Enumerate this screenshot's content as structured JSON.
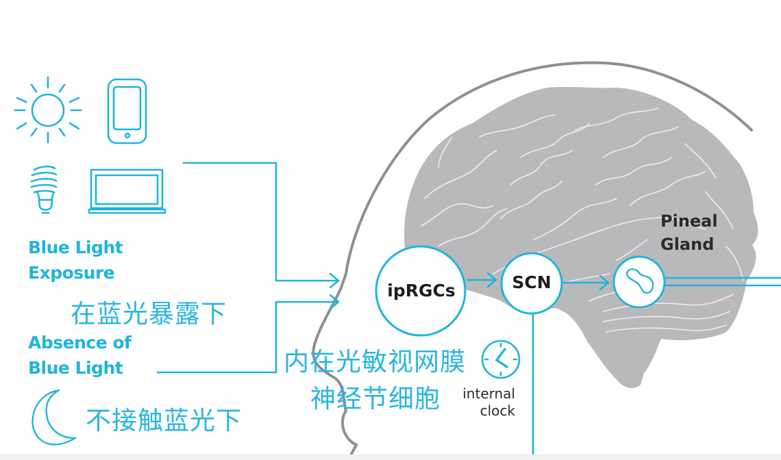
{
  "diagram": {
    "title": "",
    "colors": {
      "accent": "#1fb4dc",
      "brain_fill": "#b9b9bb",
      "brain_sulci": "#ecedee",
      "head_outline": "#8f8f91",
      "node_text": "#1d1d1f",
      "background": "#ffffff"
    },
    "sources": {
      "icons": [
        "sun-icon",
        "smartphone-icon",
        "light-bulb-icon",
        "laptop-icon"
      ],
      "exposure_label_line1": "Blue Light",
      "exposure_label_line2": "Exposure",
      "exposure_label_cn": "在蓝光暴露下",
      "absence_label_line1": "Absence of",
      "absence_label_line2": "Blue Light",
      "absence_icon": "moon-icon",
      "absence_label_cn": "不接触蓝光下"
    },
    "nodes": {
      "iprgc": {
        "label": "ipRGCs",
        "cn_line1": "内在光敏视网膜",
        "cn_line2": "神经节细胞"
      },
      "scn": {
        "label": "SCN",
        "sub_icon": "clock-icon",
        "sub_label_line1": "internal",
        "sub_label_line2": "clock"
      },
      "pineal": {
        "label_line1": "Pineal",
        "label_line2": "Gland",
        "icon": "pineal-gland-icon"
      }
    },
    "edges": [
      {
        "from": "blue-light-exposure",
        "to": "iprgc"
      },
      {
        "from": "absence-of-blue-light",
        "to": "iprgc"
      },
      {
        "from": "iprgc",
        "to": "scn"
      },
      {
        "from": "scn",
        "to": "pineal"
      },
      {
        "from": "pineal",
        "to": "offscreen-right"
      },
      {
        "from": "scn",
        "to": "offscreen-bottom"
      }
    ]
  }
}
